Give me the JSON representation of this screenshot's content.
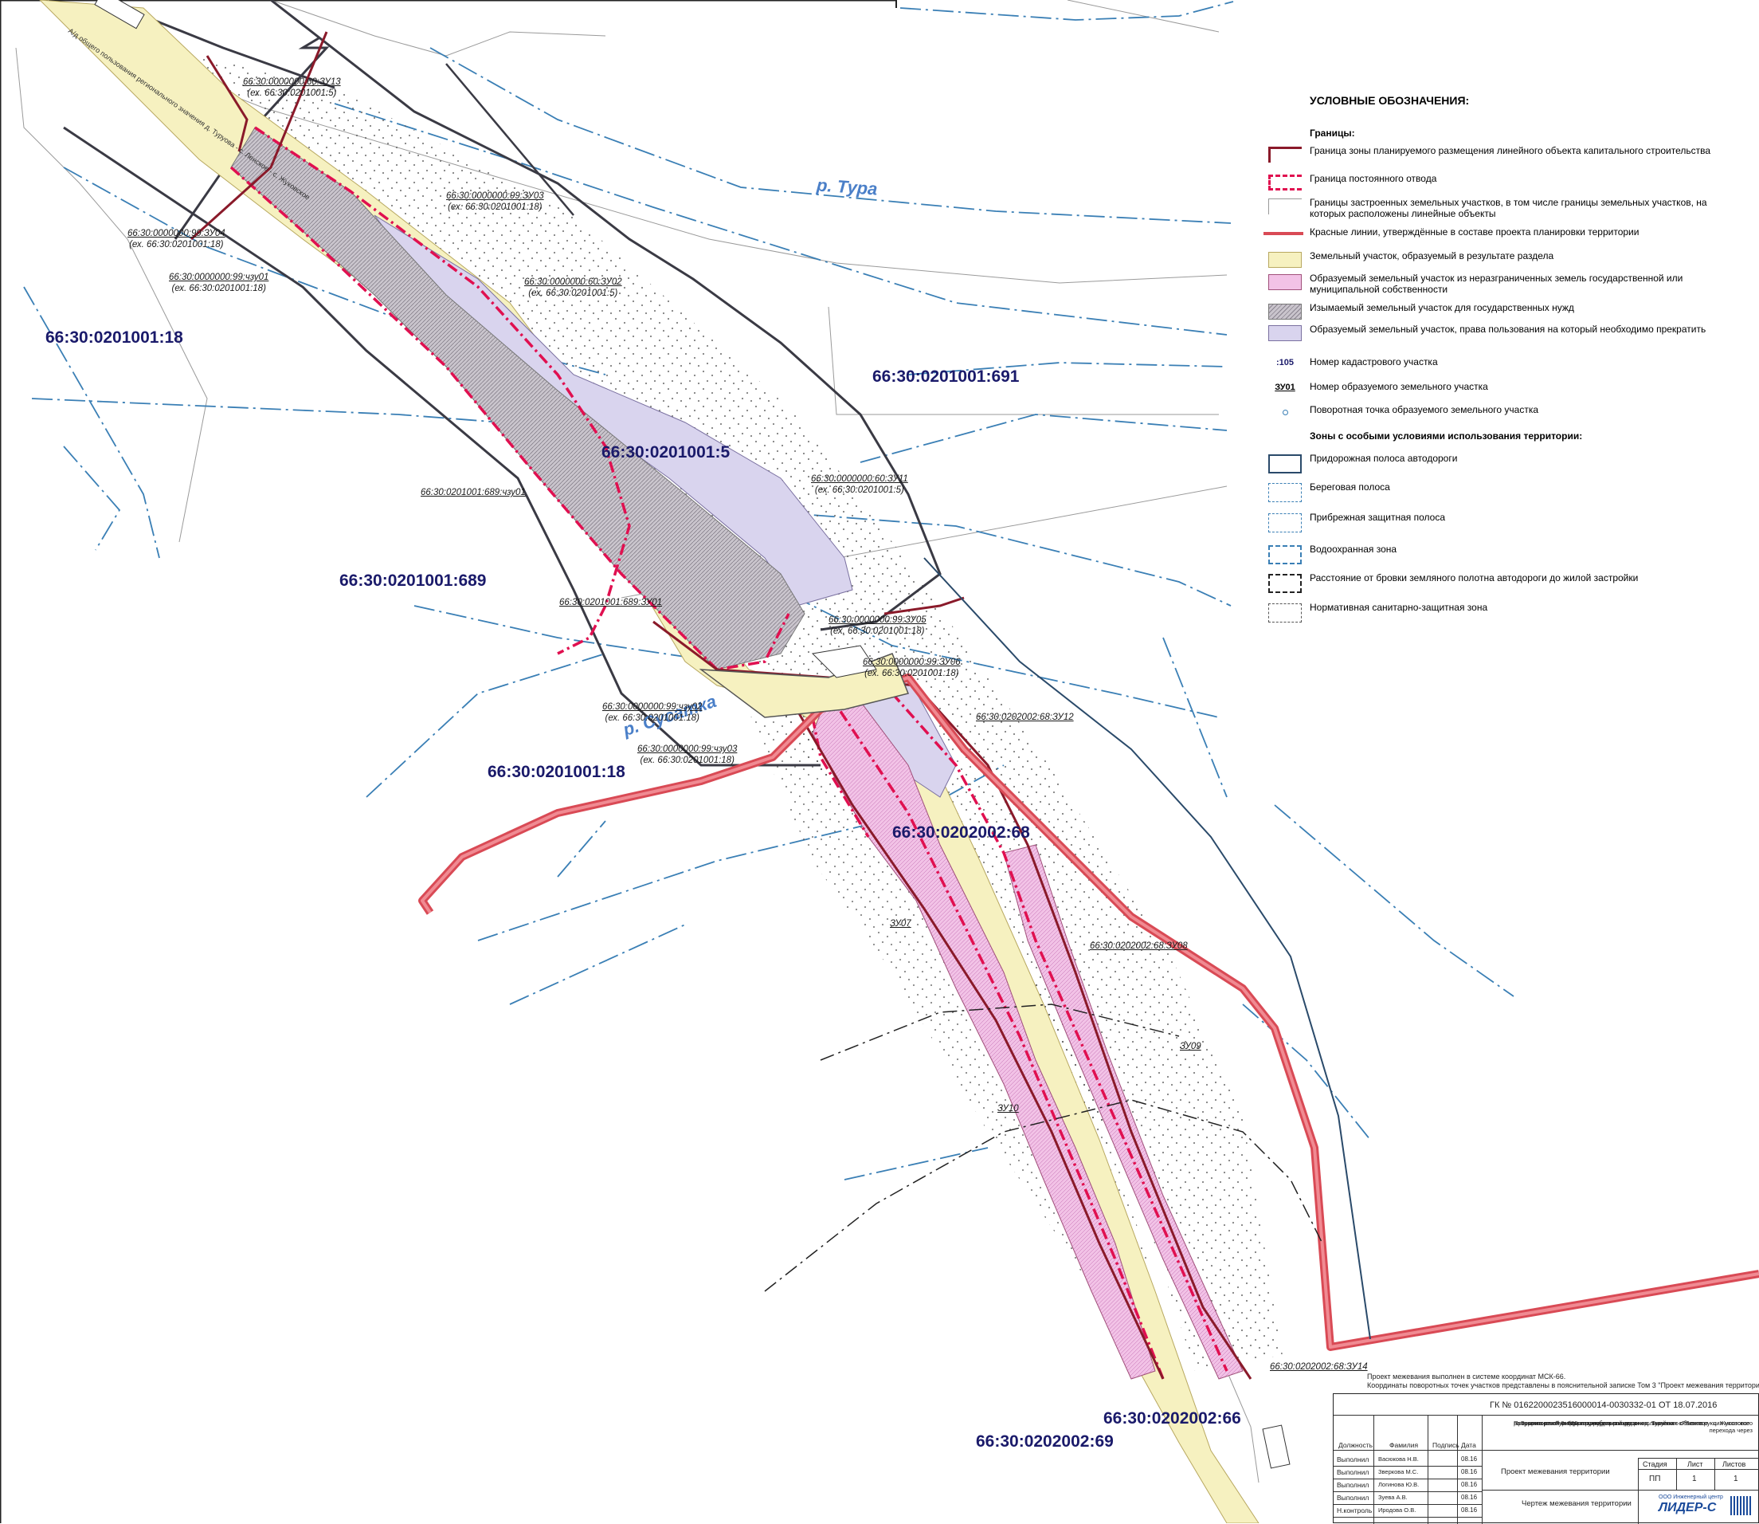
{
  "rivers": {
    "tura": "р. Тура",
    "susatka": "р. Сусатка"
  },
  "cadastral_big": {
    "a": "66:30:0201001:18",
    "b": "66:30:0201001:691",
    "c": "66:30:0201001:5",
    "d": "66:30:0201001:689",
    "e": "66:30:0201001:18",
    "f": "66:30:0202002:68",
    "g": "66:30:0202002:66",
    "h": "66:30:0202002:69"
  },
  "parcels": {
    "zu13": [
      "66:30:0000000:60:ЗУ13",
      "(ех. 66:30:0201001:5)"
    ],
    "zu03": [
      "66:30:0000000:99:ЗУ03",
      "(ех. 66:30:0201001:18)"
    ],
    "zu04": [
      "66:30:0000000:99:ЗУ04",
      "(ех. 66:30:0201001:18)"
    ],
    "chzu01": [
      "66:30:0000000:99:чзу01",
      "(ех. 66:30:0201001:18)"
    ],
    "zu02": [
      "66:30:0000000:60:ЗУ02",
      "(ех. 66:30:0201001:5)"
    ],
    "z689chzu01": [
      "66:30:0201001:689:чзу01"
    ],
    "zu11": [
      "66:30:0000000:60:ЗУ11",
      "(ех. 66:30:0201001:5)"
    ],
    "z689zu01": [
      "66:30:0201001:689:ЗУ01"
    ],
    "zu05": [
      "66:30:0000000:99:ЗУ05",
      "(ех. 66:30:0201001:18)"
    ],
    "zu06": [
      "66:30:0000000:99:ЗУ06",
      "(ех. 66:30:0201001:18)"
    ],
    "zu12": [
      "66:30:0202002:68:ЗУ12"
    ],
    "chzu02": [
      "66:30:0000000:99:чзу02",
      "(ех. 66:30:0201001:18)"
    ],
    "chzu03": [
      "66:30:0000000:99:чзу03",
      "(ех. 66:30:0201001:18)"
    ],
    "zu08": [
      "66:30:0202002:68:ЗУ08"
    ],
    "zu07": [
      "ЗУ07"
    ],
    "zu09": [
      "ЗУ09"
    ],
    "zu10": [
      "ЗУ10"
    ],
    "zu14": [
      "66:30:0202002:68:ЗУ14"
    ]
  },
  "road_label": "А/д общего пользования регионального значения д. Туруова - с. Ленское - с. Жуковское",
  "legend": {
    "title": "УСЛОВНЫЕ ОБОЗНАЧЕНИЯ:",
    "section1": "Границы:",
    "items1": [
      "Граница зоны планируемого размещения линейного объекта капитального строительства",
      "Граница постоянного отвода",
      "Границы застроенных земельных участков, в том числе границы земельных участков, на которых расположены линейные объекты",
      "Красные линии, утверждённые в составе проекта планировки территории",
      "Земельный участок, образуемый в результате раздела",
      "Образуемый земельный участок из неразграниченных земель государственной или муниципальной собственности",
      "Изымаемый земельный участок для государственных нужд",
      "Образуемый земельный участок, права пользования на который необходимо прекратить",
      "Номер кадастрового участка",
      "Номер образуемого земельного участка",
      "Поворотная точка образуемого земельного участка"
    ],
    "sym_cad": ":105",
    "sym_zu": "ЗУ01",
    "section2": "Зоны с особыми условиями использования территории:",
    "items2": [
      "Придорожная полоса автодороги",
      "Береговая полоса",
      "Прибрежная защитная полоса",
      "Водоохранная зона",
      "Расстояние от бровки земляного полотна автодороги до жилой застройки",
      "Нормативная санитарно-защитная зона"
    ]
  },
  "note": [
    "Проект межевания выполнен в системе координат МСК-66.",
    "Координаты поворотных точек участков представлены в пояснительной записке Том 3 \"Проект межевания территории\""
  ],
  "title_block": {
    "contract": "ГК № 0162200023516000014-0030332-01 ОТ 18.07.2016",
    "project": [
      "Проект межевания территории для размещения линейного объекта",
      "транспортной инфраструктуры регионального значения «Реконструкция мостового перехода через",
      "р. Сусатка на км 6+986 автомобильной дороги д. Туруова - с. Ленское - с. Жуковское",
      "на территории Туринского городского округа»"
    ],
    "headers": [
      "Должность",
      "Фамилия",
      "Подпись",
      "Дата"
    ],
    "rows": [
      [
        "Выполнил",
        "Васюкова Н.В.",
        "08.16"
      ],
      [
        "Выполнил",
        "Зверкова М.С.",
        "08.16"
      ],
      [
        "Выполнил",
        "Логинова Ю.В.",
        "08.16"
      ],
      [
        "Выполнил",
        "Зуева А.В.",
        "08.16"
      ],
      [
        "Н.контроль",
        "Иродова О.В.",
        "08.16"
      ]
    ],
    "doc_title": "Проект межевания территории",
    "sheet_title": "Чертеж межевания территории",
    "stage_h": "Стадия",
    "sheet_h": "Лист",
    "sheets_h": "Листов",
    "stage": "ПП",
    "sheet": "1",
    "sheets": "1",
    "company_small": "ООО Инженерный центр",
    "company": "ЛИДЕР-С"
  },
  "colors": {
    "red_line": "#d94a55",
    "red_fill": "#e77d86",
    "boundary": "#8a1a2a",
    "dashed_red": "#e01050",
    "yellow": "#f6f1c0",
    "pink": "#f2c2e6",
    "grey": "#c9c4cc",
    "lavender": "#d9d4ee",
    "water": "#3a7fb5",
    "cad_text": "#1a1a6a"
  }
}
